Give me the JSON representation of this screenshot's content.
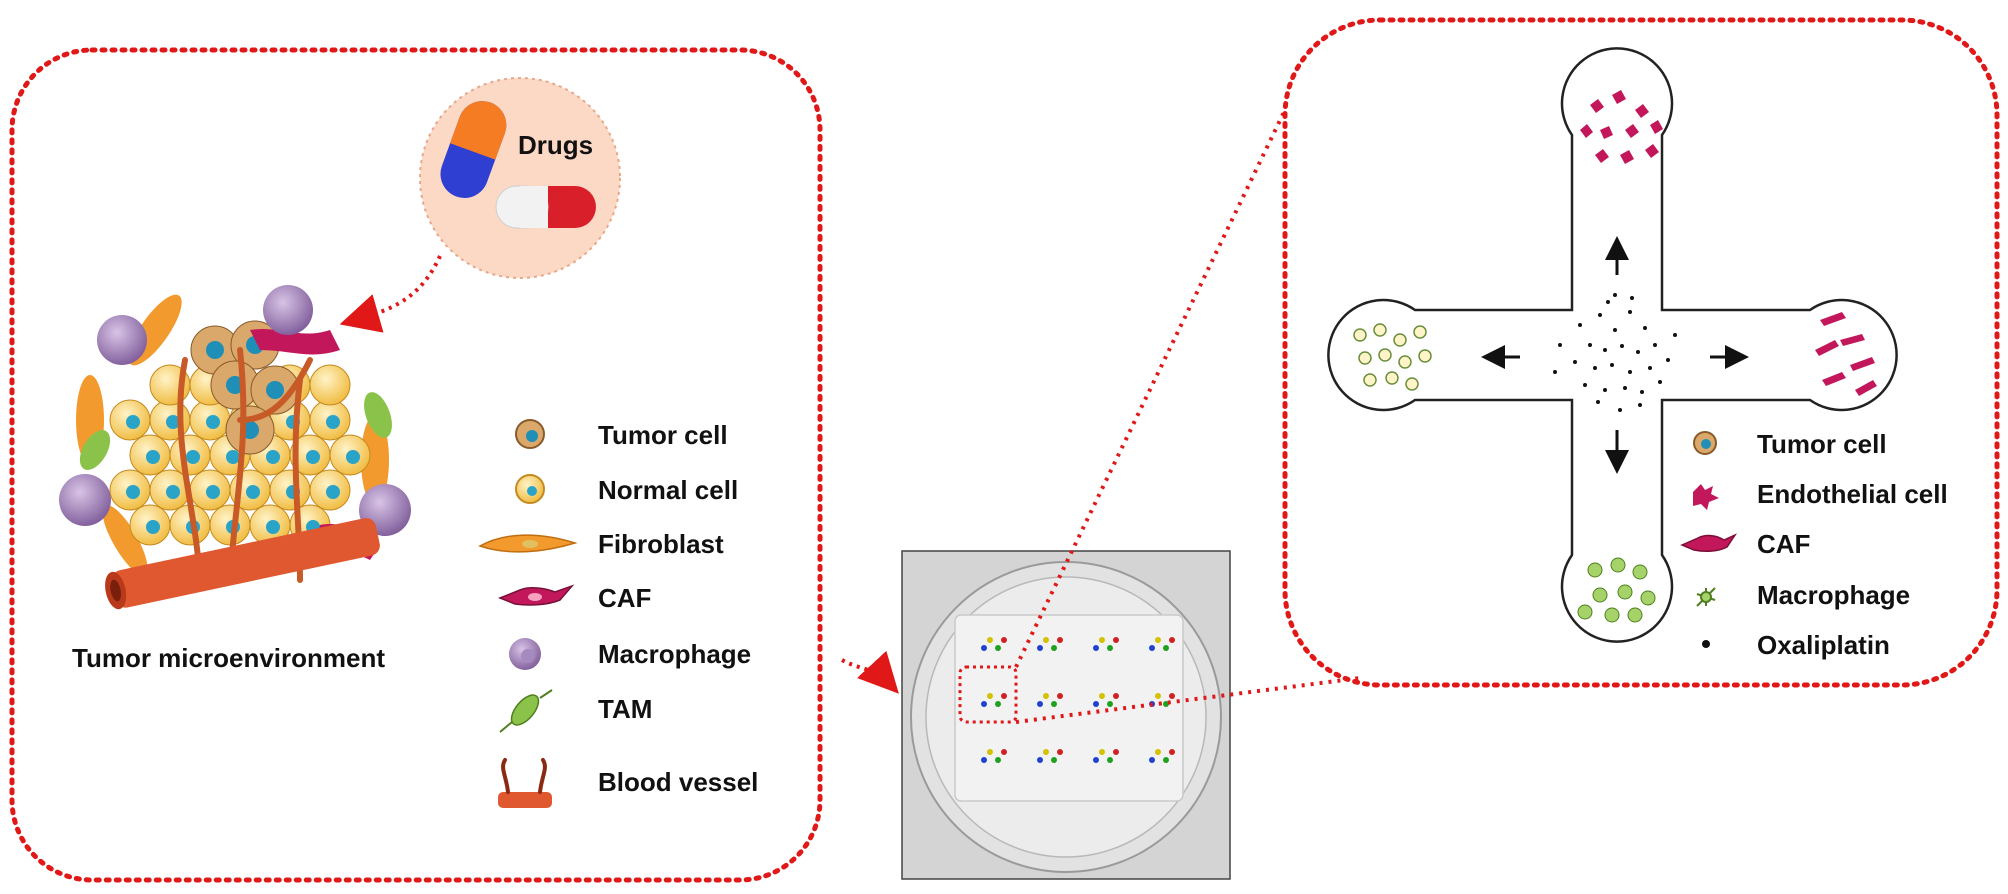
{
  "left_panel": {
    "drugs_label": "Drugs",
    "title": "Tumor microenvironment",
    "legend": [
      {
        "icon": "tumor-cell-icon",
        "label": "Tumor cell"
      },
      {
        "icon": "normal-cell-icon",
        "label": "Normal cell"
      },
      {
        "icon": "fibroblast-icon",
        "label": "Fibroblast"
      },
      {
        "icon": "caf-icon",
        "label": "CAF"
      },
      {
        "icon": "macrophage-icon",
        "label": "Macrophage"
      },
      {
        "icon": "tam-icon",
        "label": "TAM"
      },
      {
        "icon": "blood-vessel-icon",
        "label": "Blood vessel"
      }
    ]
  },
  "right_panel": {
    "legend": [
      {
        "icon": "tumor-cell-icon",
        "label": "Tumor cell"
      },
      {
        "icon": "endothelial-cell-icon",
        "label": "Endothelial cell"
      },
      {
        "icon": "caf-icon",
        "label": "CAF"
      },
      {
        "icon": "macrophage-icon",
        "label": "Macrophage"
      },
      {
        "icon": "oxaliplatin-dot-icon",
        "label": "Oxaliplatin"
      }
    ]
  },
  "colors": {
    "dashed_border": "#e01818",
    "drug_circle_fill": "#fbd9c4",
    "tumor_cell": "#2aa3c8",
    "normal_cell": "#f4c95b",
    "fibroblast": "#f29a2e",
    "caf": "#c2185b",
    "macrophage": "#8e6aa8",
    "tam": "#8bc34a",
    "blood_vessel": "#e0582f"
  }
}
